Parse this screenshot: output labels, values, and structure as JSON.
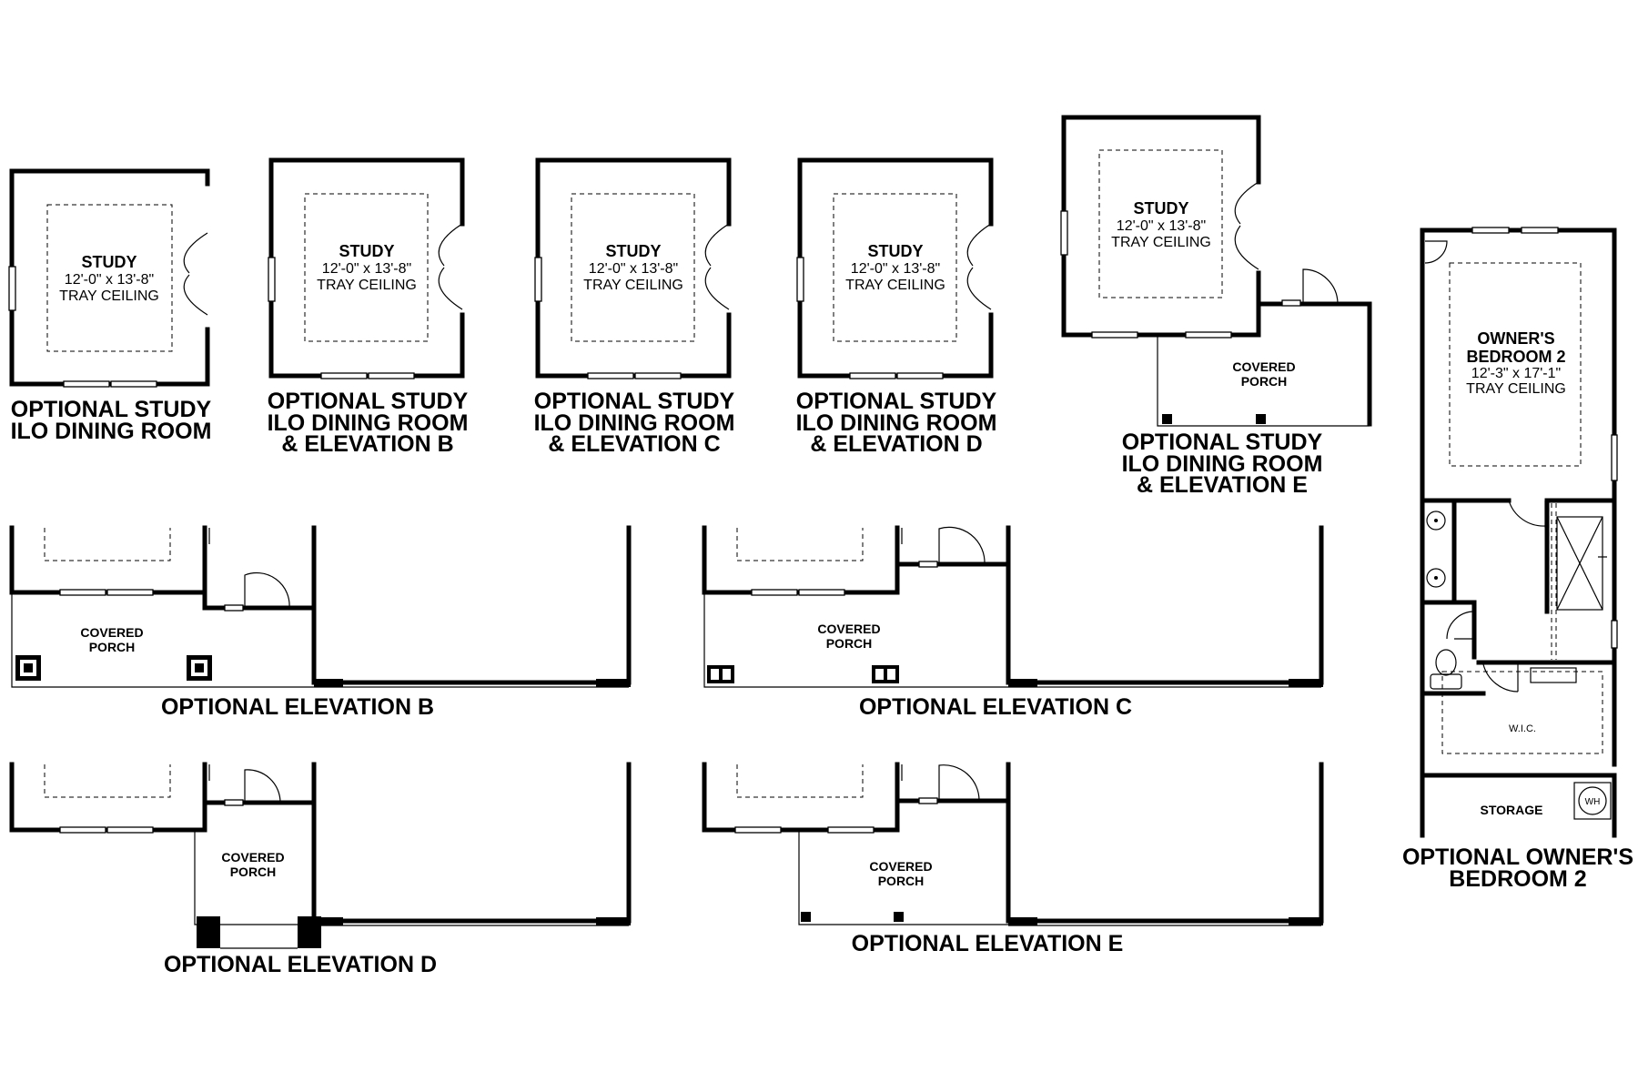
{
  "colors": {
    "ink": "#000000",
    "paper": "#ffffff"
  },
  "study": {
    "title": "STUDY",
    "size": "12'-0\" x 13'-8\"",
    "ceiling": "TRAY CEILING"
  },
  "captions": {
    "study_a": [
      "OPTIONAL STUDY",
      "ILO DINING ROOM"
    ],
    "study_b": [
      "OPTIONAL STUDY",
      "ILO DINING ROOM",
      "& ELEVATION B"
    ],
    "study_c": [
      "OPTIONAL STUDY",
      "ILO DINING ROOM",
      "& ELEVATION C"
    ],
    "study_d": [
      "OPTIONAL STUDY",
      "ILO DINING ROOM",
      "& ELEVATION D"
    ],
    "study_e": [
      "OPTIONAL STUDY",
      "ILO DINING ROOM",
      "& ELEVATION E"
    ],
    "elev_b": "OPTIONAL ELEVATION B",
    "elev_c": "OPTIONAL ELEVATION C",
    "elev_d": "OPTIONAL ELEVATION D",
    "elev_e": "OPTIONAL ELEVATION E",
    "owner": [
      "OPTIONAL OWNER'S",
      "BEDROOM 2"
    ]
  },
  "porch": [
    "COVERED",
    "PORCH"
  ],
  "owner_bedroom": {
    "title": [
      "OWNER'S",
      "BEDROOM 2"
    ],
    "size": "12'-3\" x 17'-1\"",
    "ceiling": "TRAY CEILING",
    "wic": "W.I.C.",
    "storage": "STORAGE",
    "water_heater": "WH"
  }
}
